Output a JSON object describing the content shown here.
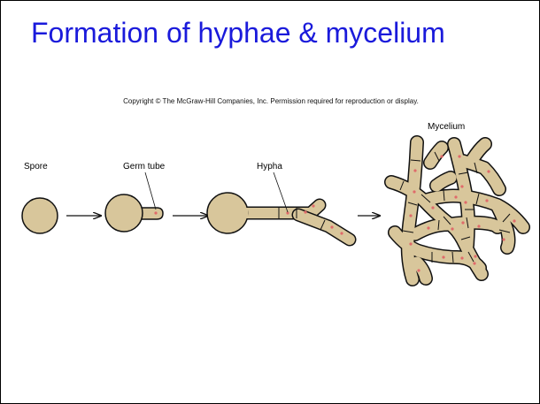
{
  "slide": {
    "title": "Formation of hyphae & mycelium",
    "copyright": "Copyright © The McGraw-Hill Companies, Inc. Permission required for reproduction or display."
  },
  "diagram": {
    "labels": {
      "spore": "Spore",
      "germ_tube": "Germ tube",
      "hypha": "Hypha",
      "mycelium": "Mycelium"
    },
    "colors": {
      "cell_fill": "#d8c69b",
      "outline": "#111111",
      "nucleus": "#e06a6a",
      "title": "#1a1adb"
    }
  }
}
